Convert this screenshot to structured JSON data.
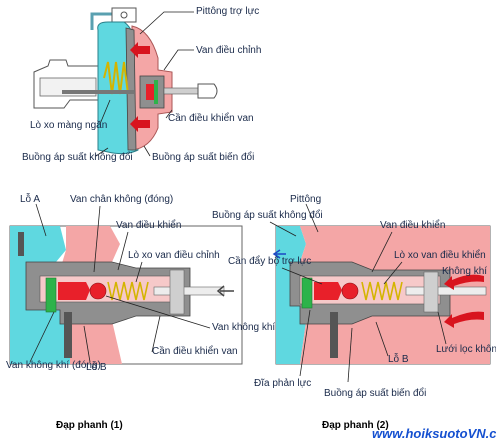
{
  "top_diagram": {
    "labels": {
      "power_piston": "Pittông trợ lực",
      "control_valve": "Van điều chỉnh",
      "valve_operating_rod": "Cần điều khiển van",
      "diaphragm_spring": "Lò xo màng ngăn",
      "constant_pressure_chamber": "Buồng áp suất không đổi",
      "variable_pressure_chamber": "Buồng áp suất biến đổi"
    }
  },
  "left_diagram": {
    "labels": {
      "port_a": "Lỗ A",
      "vacuum_valve": "Van chân không (đóng)",
      "control_valve": "Van điều khiển",
      "control_valve_spring": "Lò xo van điều chỉnh",
      "air_valve_open": "Van không khí (mở)",
      "valve_operating_rod": "Cần điều khiển van",
      "air_valve_closed": "Van không khí (đóng)",
      "port_b": "Lỗ B"
    },
    "caption": "Đạp phanh (1)"
  },
  "right_diagram": {
    "labels": {
      "piston": "Pittông",
      "constant_pressure_chamber": "Buồng áp suất không đổi",
      "booster_push_rod": "Cần đẩy bộ trợ lực",
      "control_valve": "Van điều khiển",
      "control_valve_spring": "Lò xo van điều khiển",
      "air": "Không khí",
      "port_b": "Lỗ B",
      "air_filter": "Lưới lọc không khí",
      "reaction_disc": "Đĩa phản lực",
      "variable_pressure_chamber": "Buồng áp suất biến đổi"
    },
    "caption": "Đạp phanh (2)"
  },
  "watermark": "www.hoiksuotoVN.com",
  "colors": {
    "constant_chamber": "#5fd8e0",
    "variable_chamber": "#f4a6a6",
    "body_gray": "#8f8f8f",
    "dark_gray": "#5a5a5a",
    "valve_red": "#e8202a",
    "reaction_green": "#2db34a",
    "spring": "#d4b400",
    "air_arrow": "#d8141e",
    "watermark": "#1550d0"
  }
}
